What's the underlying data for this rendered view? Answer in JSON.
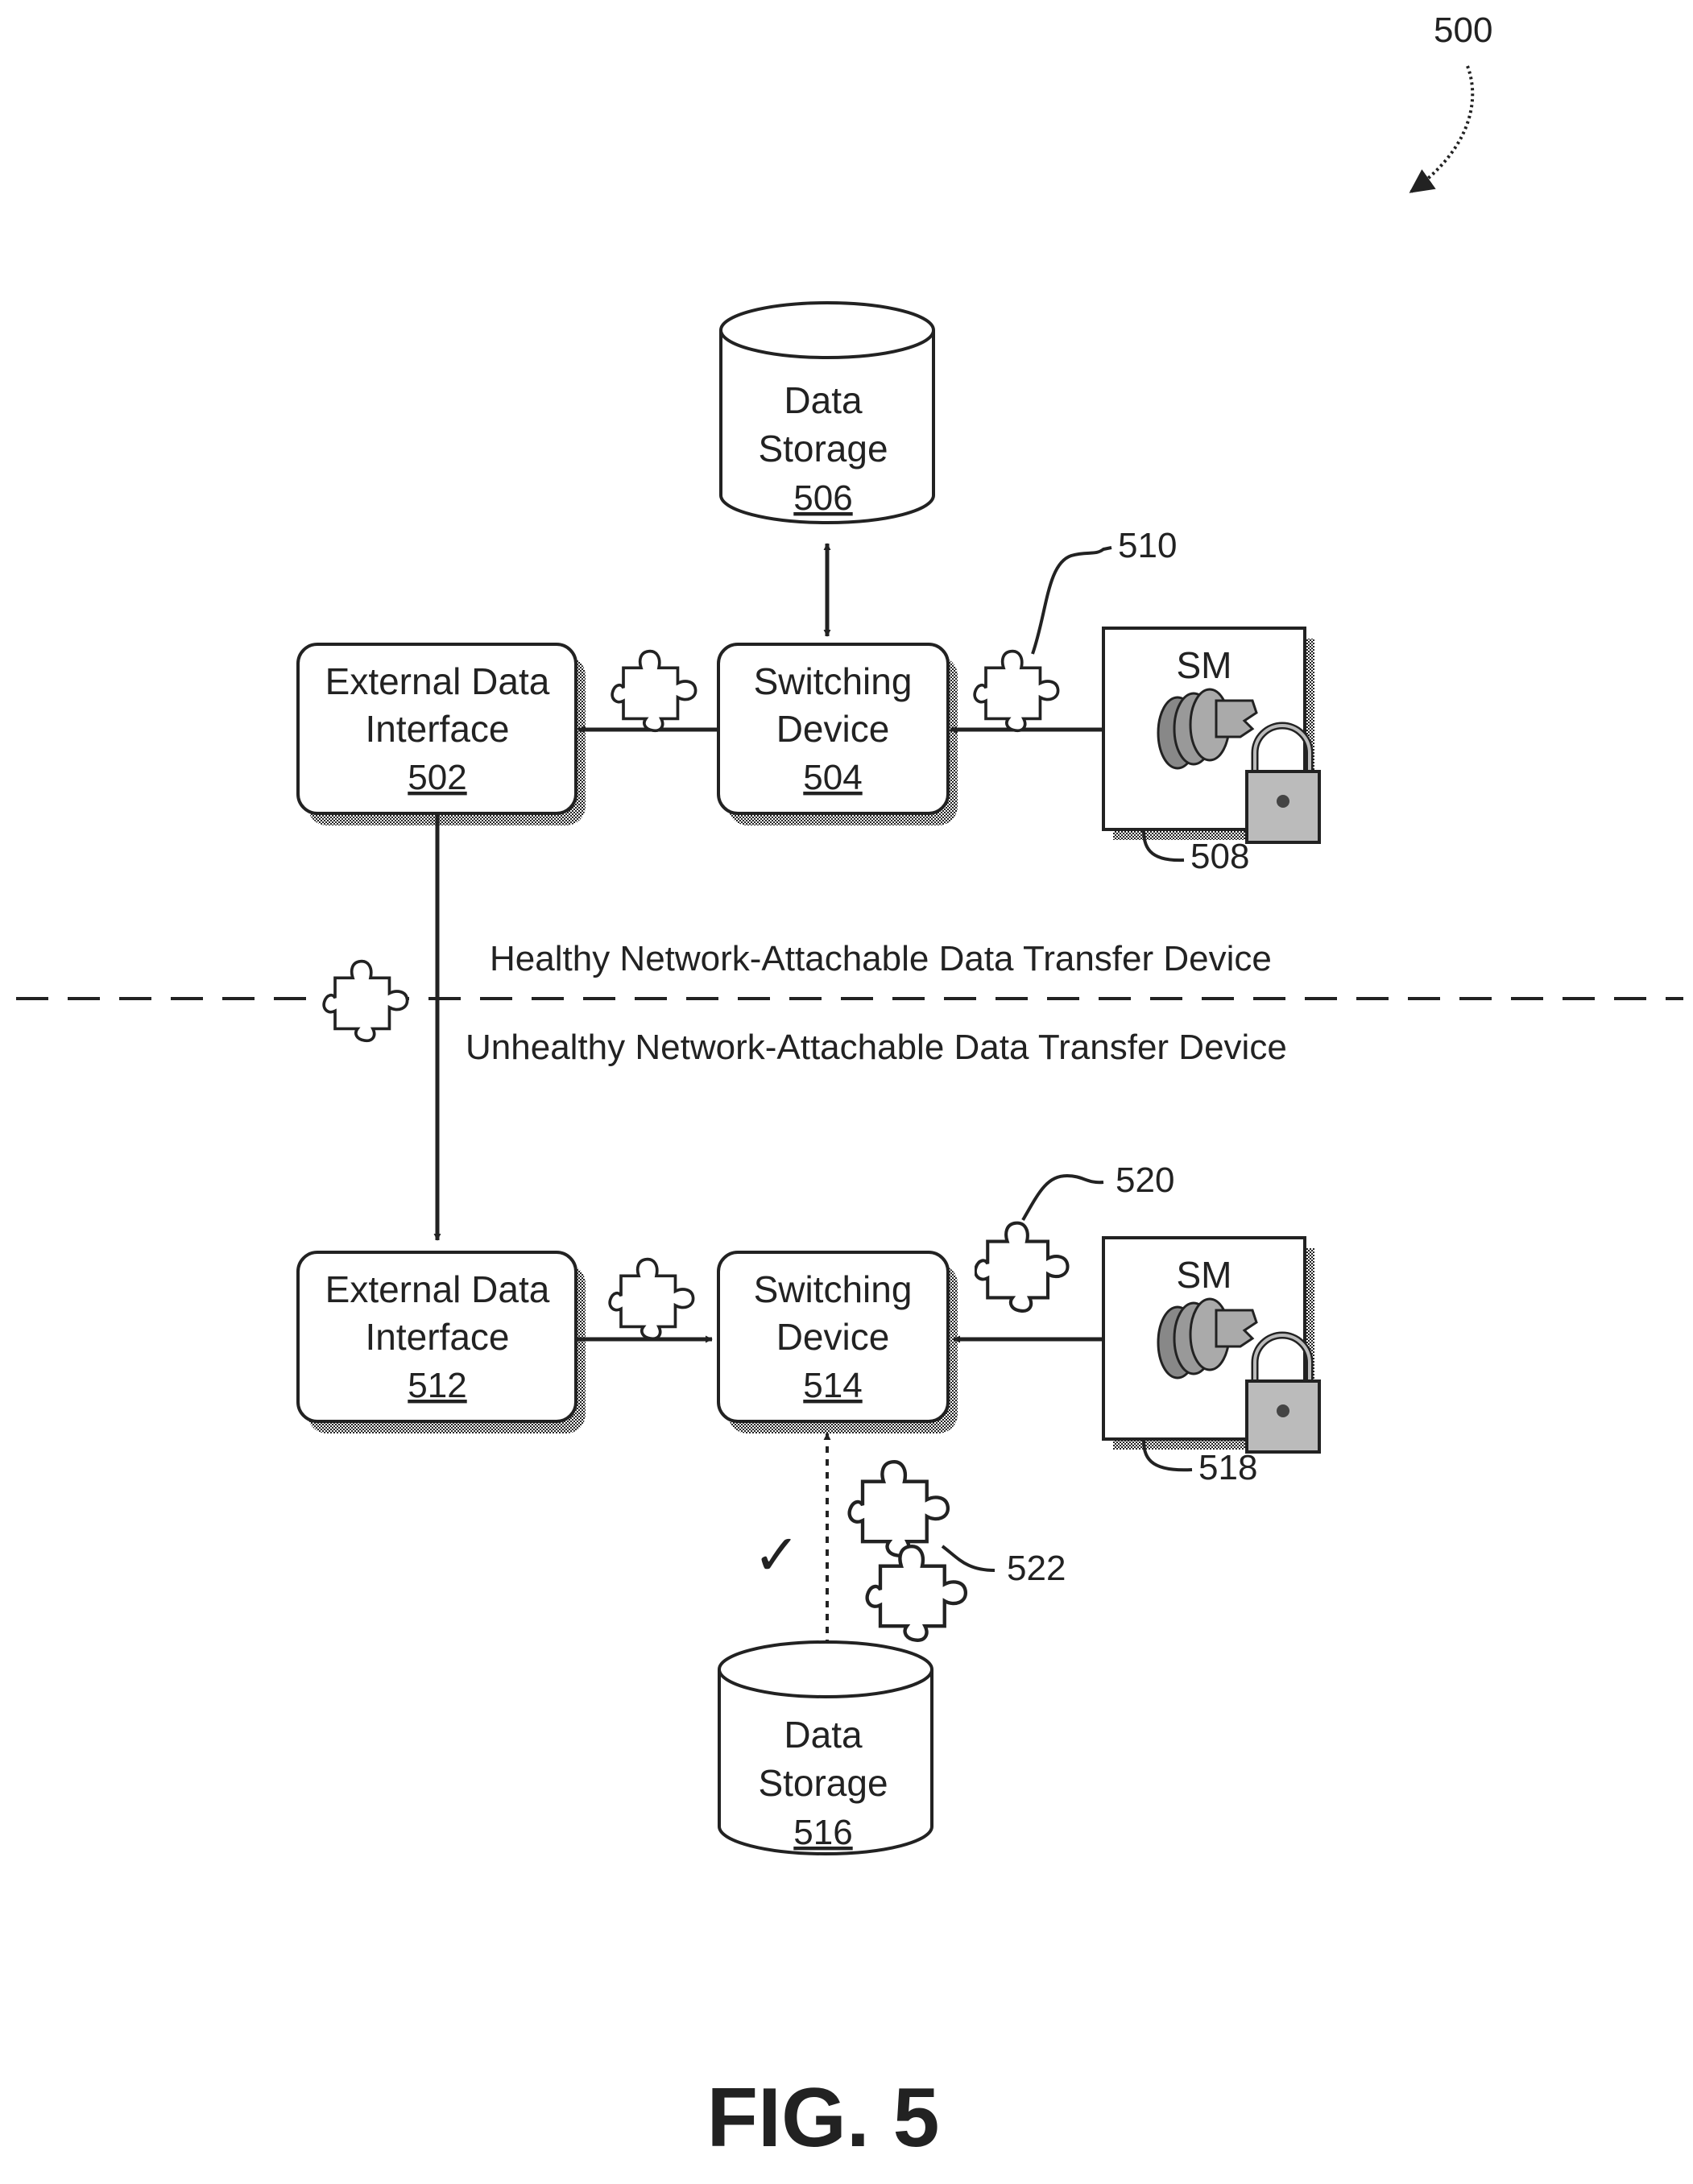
{
  "figure": {
    "ref_number": "500",
    "caption": "FIG. 5"
  },
  "regions": {
    "healthy": "Healthy Network-Attachable Data Transfer Device",
    "unhealthy": "Unhealthy Network-Attachable Data Transfer Device"
  },
  "nodes": {
    "eif_top": {
      "line1": "External Data",
      "line2": "Interface",
      "num": "502"
    },
    "sw_top": {
      "line1": "Switching",
      "line2": "Device",
      "num": "504"
    },
    "ds_top": {
      "line1": "Data",
      "line2": "Storage",
      "num": "506"
    },
    "sm_top": {
      "label": "SM",
      "num": "508"
    },
    "eif_bot": {
      "line1": "External Data",
      "line2": "Interface",
      "num": "512"
    },
    "sw_bot": {
      "line1": "Switching",
      "line2": "Device",
      "num": "514"
    },
    "ds_bot": {
      "line1": "Data",
      "line2": "Storage",
      "num": "516"
    },
    "sm_bot": {
      "label": "SM",
      "num": "518"
    }
  },
  "refs": {
    "piece_510": "510",
    "piece_520": "520",
    "piece_522": "522"
  },
  "check_mark": "✓"
}
